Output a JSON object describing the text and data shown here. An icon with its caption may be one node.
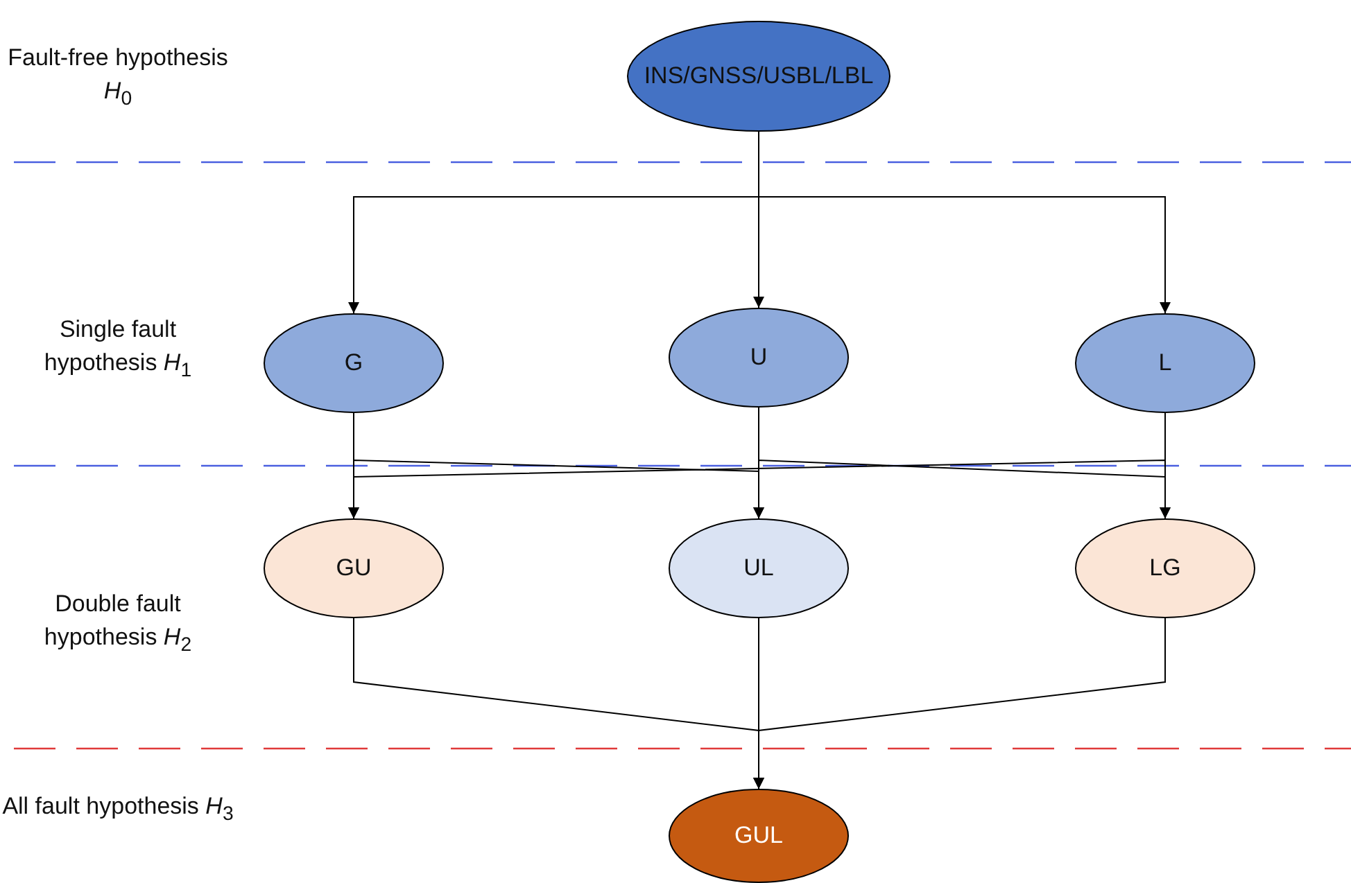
{
  "diagram": {
    "nodes": [
      {
        "text": [
          "INS/GNSS/USBL/LBL"
        ]
      },
      {
        "text": [
          "G"
        ]
      },
      {
        "text": [
          "U"
        ]
      },
      {
        "text": [
          "L"
        ]
      },
      {
        "text": [
          "GU"
        ]
      },
      {
        "text": [
          "UL"
        ]
      },
      {
        "text": [
          "LG"
        ]
      },
      {
        "text": [
          "GUL"
        ]
      }
    ],
    "edges": [
      {
        "from": 0,
        "to": 1,
        "arrow": "to"
      },
      {
        "from": 0,
        "to": 2,
        "arrow": "to"
      },
      {
        "from": 0,
        "to": 3,
        "arrow": "to"
      },
      {
        "from": 1,
        "to": 4,
        "arrow": "to"
      },
      {
        "from": 1,
        "to": 6,
        "arrow": "to"
      },
      {
        "from": 2,
        "to": 4,
        "arrow": "to"
      },
      {
        "from": 2,
        "to": 5,
        "arrow": "to"
      },
      {
        "from": 3,
        "to": 5,
        "arrow": "to"
      },
      {
        "from": 3,
        "to": 6,
        "arrow": "to"
      },
      {
        "from": 4,
        "to": 7,
        "arrow": "to"
      },
      {
        "from": 5,
        "to": 7,
        "arrow": "to"
      },
      {
        "from": 6,
        "to": 7,
        "arrow": "to"
      }
    ],
    "labels": [
      "Fault-free hypothesis *H*$_{0}$",
      "Single fault hypothesis *H*$_{1}$",
      "Double fault hypothesis *H*$_{2}$",
      "All fault hypothesis *H*$_{3}$"
    ]
  }
}
